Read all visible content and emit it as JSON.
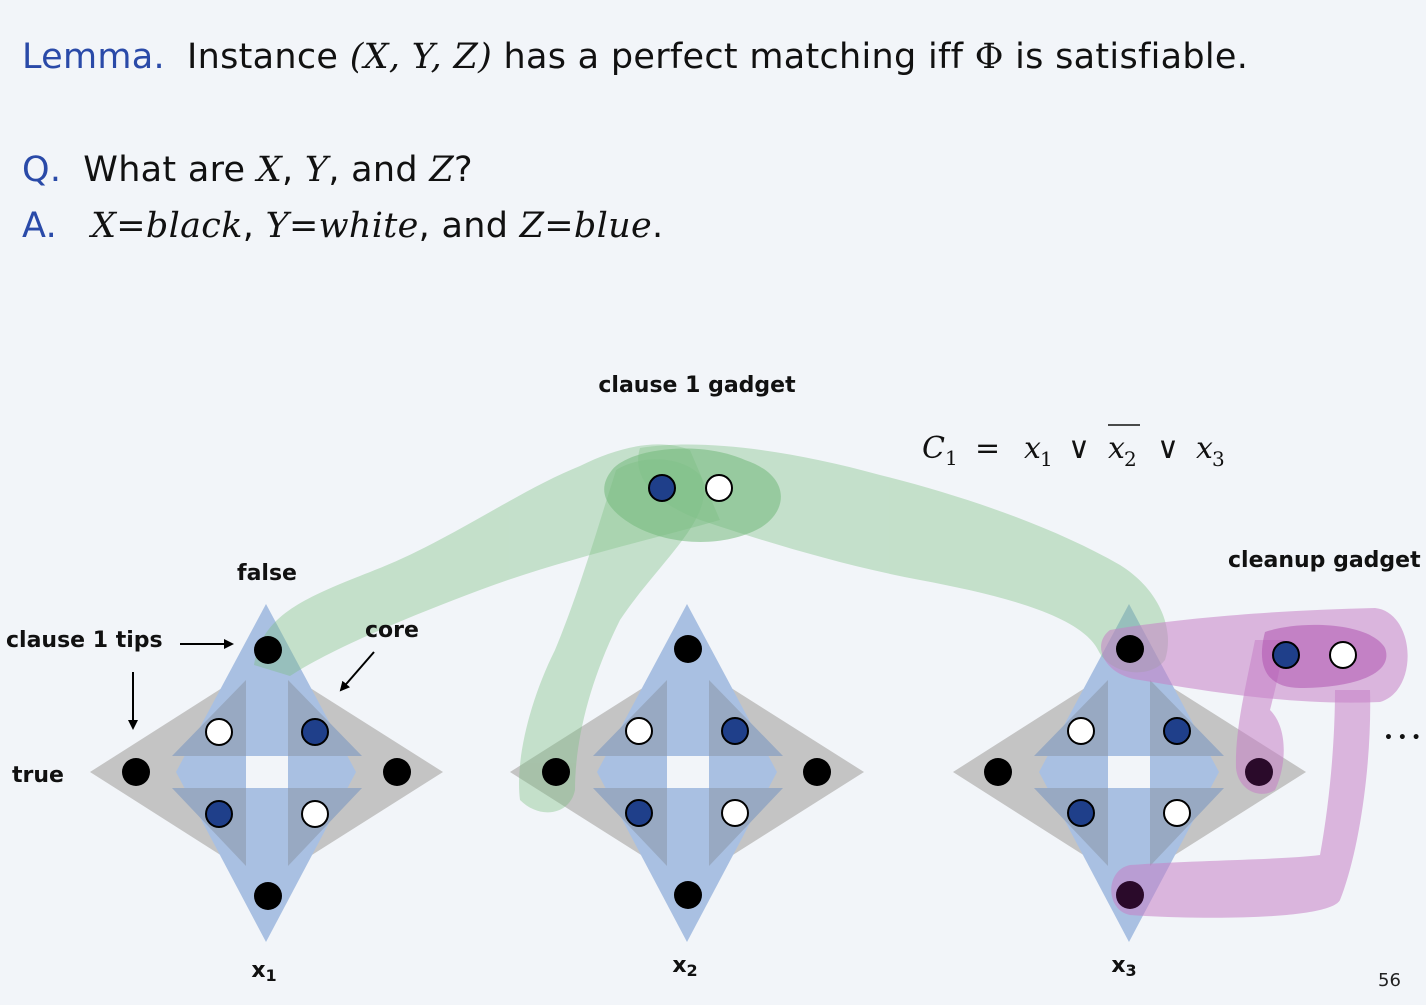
{
  "slide": {
    "lemma": {
      "keyword": "Lemma.",
      "text_pre": "Instance",
      "tuple": "(X, Y, Z)",
      "text_mid": "has a perfect matching iff",
      "phi": "Φ",
      "text_post": "is satisfiable."
    },
    "question": {
      "keyword": "Q.",
      "text_pre": "What are",
      "x": "X",
      "sep1": ",",
      "y": "Y",
      "sep2": ", and",
      "z": "Z",
      "qmark": "?"
    },
    "answer": {
      "keyword": "A.",
      "x": "X",
      "eq1": "=",
      "x_val": "black",
      "sep1": ",",
      "y": "Y",
      "eq2": "=",
      "y_val": "white",
      "sep2": ", and",
      "z": "Z",
      "eq3": "=",
      "z_val": "blue",
      "end": "."
    },
    "page_number": "56"
  },
  "diagram": {
    "labels": {
      "clause_gadget": "clause 1 gadget",
      "cleanup_gadget": "cleanup gadget",
      "false": "false",
      "true": "true",
      "clause_tips": "clause 1 tips",
      "core": "core",
      "ellipsis": "• • •"
    },
    "formula": {
      "lhs": "C",
      "lhs_sub": "1",
      "eq": "=",
      "t1": "x",
      "t1_sub": "1",
      "or1": "∨",
      "t2": "x",
      "t2_sub": "2",
      "t2_negated": true,
      "or2": "∨",
      "t3": "x",
      "t3_sub": "3"
    },
    "variables": [
      {
        "name": "x",
        "sub": "1"
      },
      {
        "name": "x",
        "sub": "2"
      },
      {
        "name": "x",
        "sub": "3"
      }
    ],
    "colors": {
      "black_node": "#000000",
      "white_node": "#ffffff",
      "blue_node": "#1f3f8a",
      "dark_node": "#2a0a2a",
      "clause_highlight": "#7bbf80",
      "cleanup_highlight": "#c77fc7",
      "gray_diamond": "#c8c8c8",
      "blue_diamond": "#a9c0e0",
      "keyword": "#2a4aa8"
    }
  }
}
